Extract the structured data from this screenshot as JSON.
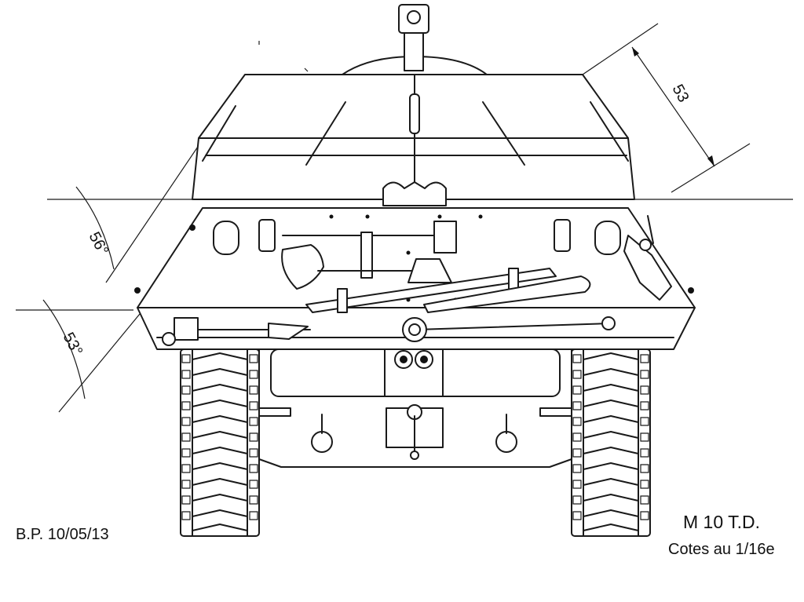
{
  "drawing": {
    "title": "M 10 T.D.",
    "scale_note": "Cotes au 1/16e",
    "signature": "B.P. 10/05/13"
  },
  "dimensions": {
    "upper_angle": "56°",
    "lower_angle": "53°",
    "turret_length": "53"
  }
}
